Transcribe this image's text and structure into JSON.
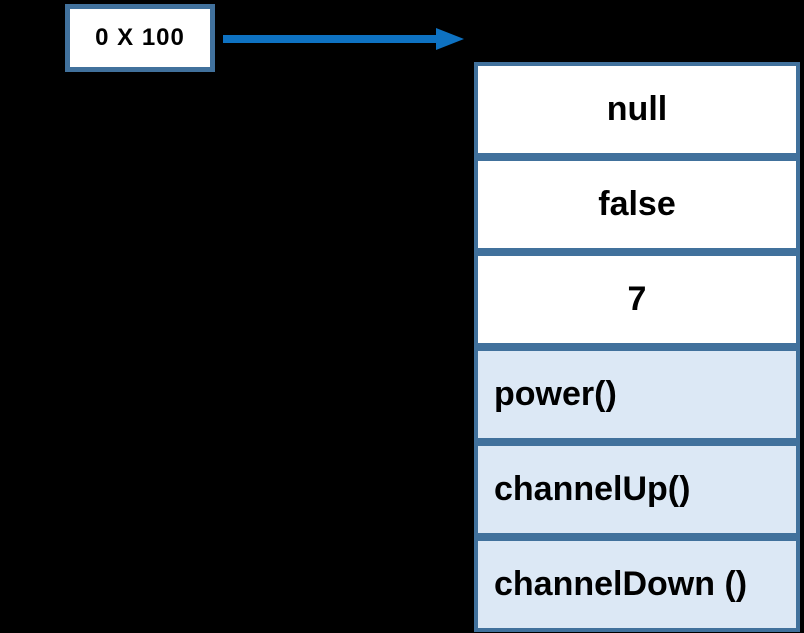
{
  "colors": {
    "background": "#000000",
    "box_border": "#41719C",
    "property_fill": "#FFFFFF",
    "method_fill": "#DCE8F5",
    "arrow_blue": "#0E72C2",
    "text": "#000000"
  },
  "variable_box": {
    "label": "0 X 100"
  },
  "arrow": {
    "icon": "arrow-right-icon"
  },
  "object_box": {
    "rows": [
      {
        "label": "null",
        "kind": "property"
      },
      {
        "label": "false",
        "kind": "property"
      },
      {
        "label": "7",
        "kind": "property"
      },
      {
        "label": "power()",
        "kind": "method"
      },
      {
        "label": "channelUp()",
        "kind": "method"
      },
      {
        "label": "channelDown ()",
        "kind": "method"
      }
    ]
  }
}
